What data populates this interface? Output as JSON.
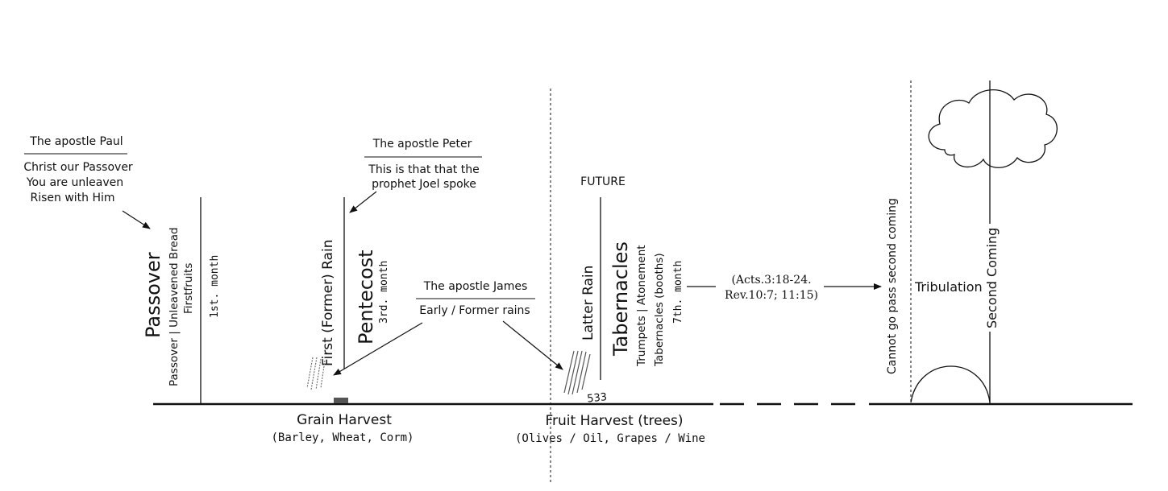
{
  "paul": {
    "heading": "The apostle Paul",
    "line1": "Christ our Passover",
    "line2": "You are unleaven",
    "line3": "Risen with Him"
  },
  "peter": {
    "heading": "The apostle Peter",
    "line1": "This is that that the",
    "line2": "prophet Joel spoke"
  },
  "james": {
    "heading": "The apostle James",
    "line1": "Early / Former rains"
  },
  "passover": {
    "title": "Passover",
    "line1": "Passover | Unleavened Bread",
    "line2": "Firstfruits",
    "month": "1st. month"
  },
  "pentecost": {
    "rain": "First (Former) Rain",
    "title": "Pentecost",
    "month": "3rd. month"
  },
  "tabernacles": {
    "future": "FUTURE",
    "rain": "Latter Rain",
    "title": "Tabernacles",
    "line1": "Trumpets | Atonement",
    "line2": "Tabernacles (booths)",
    "month": "7th. month"
  },
  "reference": {
    "line1": "(Acts.3:18-24.",
    "line2": "Rev.10:7; 11:15)"
  },
  "end": {
    "cannot_pass": "Cannot go pass second coming",
    "tribulation": "Tribulation",
    "second_coming": "Second Coming"
  },
  "harvests": {
    "grain": "Grain Harvest",
    "grain_sub": "(Barley, Wheat, Corm)",
    "fruit": "Fruit Harvest (trees)",
    "fruit_sub": "(Olives / Oil, Grapes / Wine"
  },
  "scribble": "533"
}
